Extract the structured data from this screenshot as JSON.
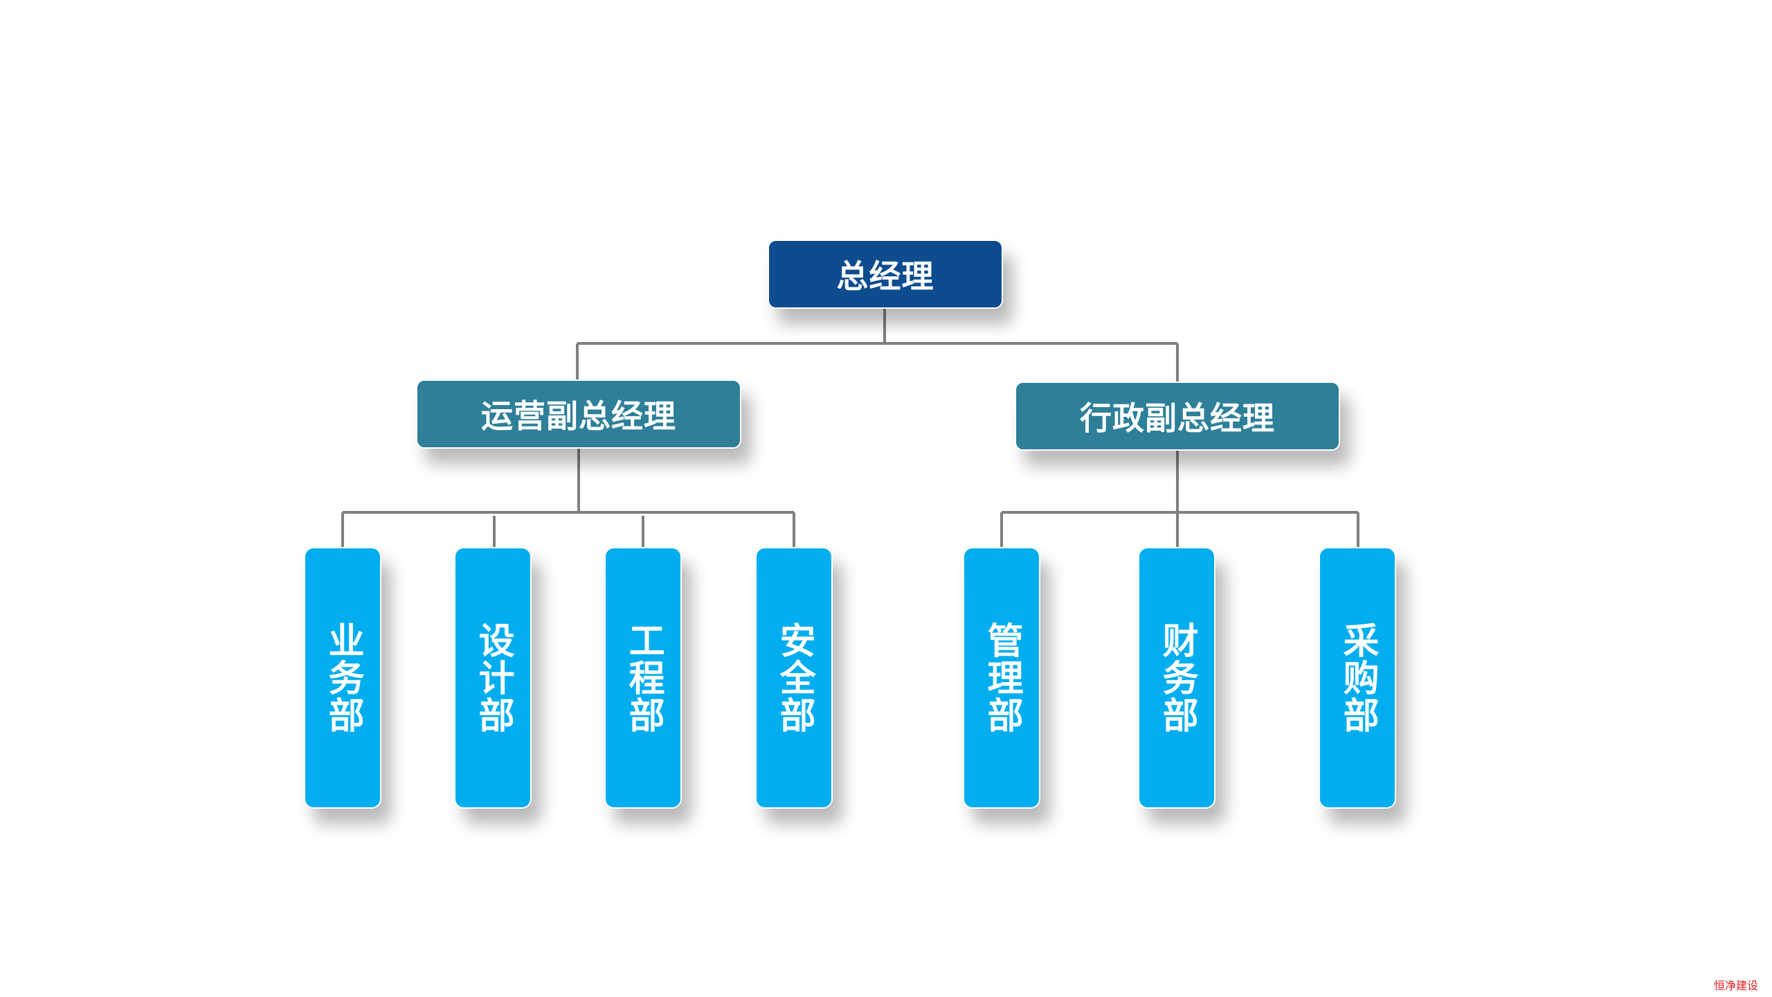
{
  "org_chart": {
    "root": {
      "label": "总经理"
    },
    "branches": [
      {
        "label": "运营副总经理",
        "departments": [
          "业务部",
          "设计部",
          "工程部",
          "安全部"
        ]
      },
      {
        "label": "行政副总经理",
        "departments": [
          "管理部",
          "财务部",
          "采购部"
        ]
      }
    ]
  },
  "colors": {
    "root": "#0D4C8E",
    "branch": "#2E8099",
    "department": "#00AEEF",
    "connector": "#7F7F7F",
    "watermark": "#E02020"
  },
  "watermark": {
    "text": "恒净建设"
  }
}
